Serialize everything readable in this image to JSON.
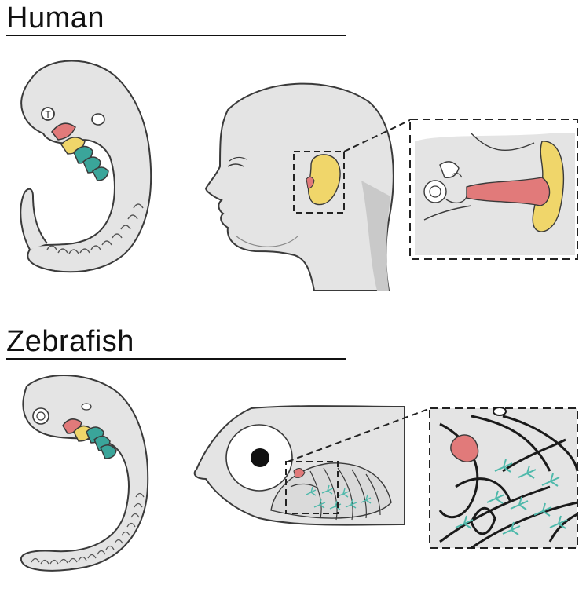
{
  "sections": {
    "human": {
      "title": "Human"
    },
    "zebrafish": {
      "title": "Zebrafish"
    }
  },
  "embryo_labels": {
    "human_otic_marker": "T"
  },
  "colors": {
    "tissue": "#e4e4e4",
    "outline": "#3a3a3a",
    "pink": "#e17a7a",
    "yellow": "#f0d66a",
    "teal": "#3aa59a",
    "gill_teal": "#4fb9ab"
  }
}
